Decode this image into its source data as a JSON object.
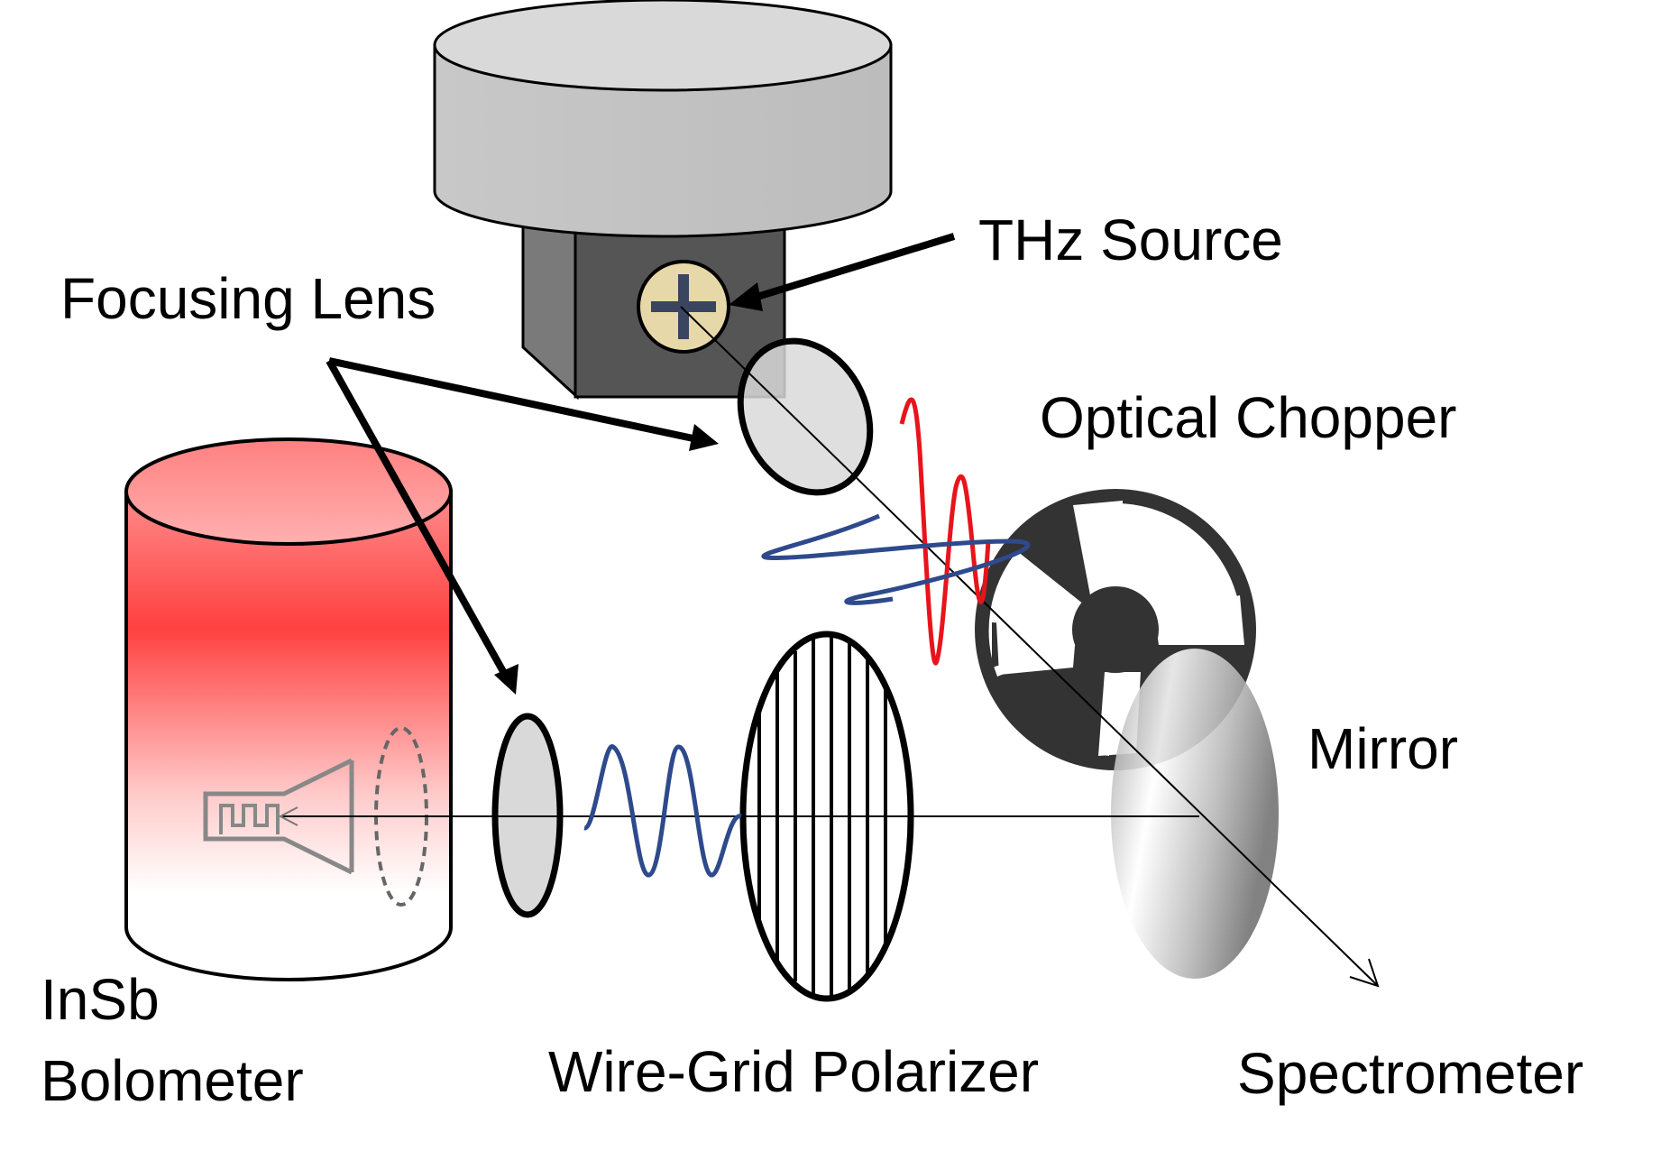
{
  "labels": {
    "thz_source": "THz Source",
    "focusing_lens": "Focusing Lens",
    "optical_chopper": "Optical Chopper",
    "mirror": "Mirror",
    "insb_line1": "InSb",
    "insb_line2": "Bolometer",
    "wire_grid_polarizer": "Wire-Grid Polarizer",
    "spectrometer": "Spectrometer"
  },
  "colors": {
    "bolometer_gradient": "#ff3b3b",
    "source_body_top": "#d9d9d9",
    "source_body_side": "#bfbfbf",
    "source_mount_dark": "#555555",
    "source_window": "#e6d8a8",
    "wave_red": "#e8141c",
    "wave_blue": "#2e4a8c",
    "chopper": "#333333",
    "lens_fill": "#d9d9d9"
  }
}
